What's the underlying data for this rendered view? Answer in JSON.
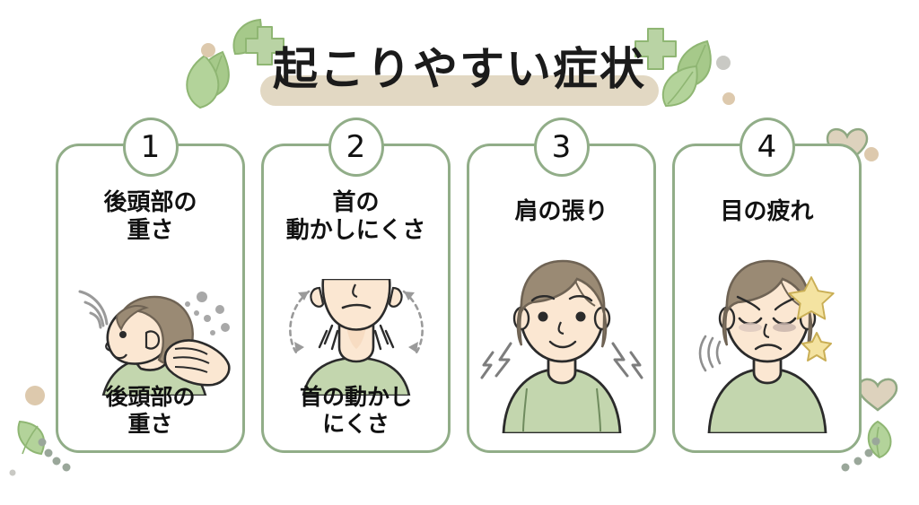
{
  "header": {
    "title": "起こりやすい症状",
    "banner_color": "#e2d8c3",
    "leaf_color": "#a6c98a",
    "cross_color": "#b9d3a4"
  },
  "theme": {
    "card_border": "#91ad88",
    "skin": "#fbe7d2",
    "hair": "#9a8a74",
    "shirt": "#c3d6ae",
    "star": "#f4e3a1",
    "heart": "#ddd2bd",
    "dot_tan": "#ddc9ad",
    "dot_gray": "#c9c9c4"
  },
  "cards": [
    {
      "number": "1",
      "title": "後頭部の\n重さ",
      "caption": "後頭部の\n重さ",
      "illustration": "head-back-heaviness-icon"
    },
    {
      "number": "2",
      "title": "首の\n動かしにくさ",
      "caption": "首の動かし\nにくさ",
      "illustration": "neck-stiffness-icon"
    },
    {
      "number": "3",
      "title": "肩の張り",
      "caption": "",
      "illustration": "shoulder-tension-icon"
    },
    {
      "number": "4",
      "title": "目の疲れ",
      "caption": "",
      "illustration": "eye-fatigue-icon"
    }
  ]
}
